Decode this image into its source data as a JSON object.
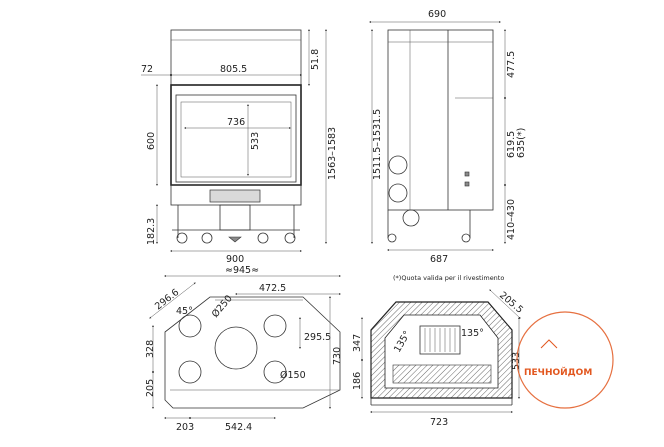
{
  "front_view": {
    "top_width": "805.5",
    "side_offset": "72",
    "glass_width": "736",
    "glass_height": "533",
    "base_width": "900",
    "top_height": "51.8",
    "body_height": "600",
    "total_height": "1563–1583",
    "leg_height": "182.3"
  },
  "side_view": {
    "top_depth": "690",
    "base_depth": "687",
    "total_height": "1511.5–1531.5",
    "upper_height": "477.5",
    "mid_height": "619.5",
    "note_height": "635(*)",
    "outlet_height": "410–430"
  },
  "note": "(*)Quota valida per il rivestimento",
  "top_view": {
    "overall_width": "≈945≈",
    "offset_half": "472.5",
    "diagonal_side": "296.6",
    "angle": "45°",
    "flue_diameter": "Ø250",
    "right_offset": "295.5",
    "right_height": "730",
    "left_upper": "328",
    "left_lower": "205",
    "small_diameter": "Ø150",
    "bottom_left": "203",
    "bottom_mid": "542.4"
  },
  "plan_view": {
    "diagonal": "205.5",
    "angle_left": "135°",
    "angle_right": "135°",
    "depth_left": "347",
    "depth_right": "533",
    "front_left": "186",
    "width": "723"
  },
  "logo": {
    "text": "ПЕЧНОЙДОМ",
    "color": "#e2571f"
  }
}
